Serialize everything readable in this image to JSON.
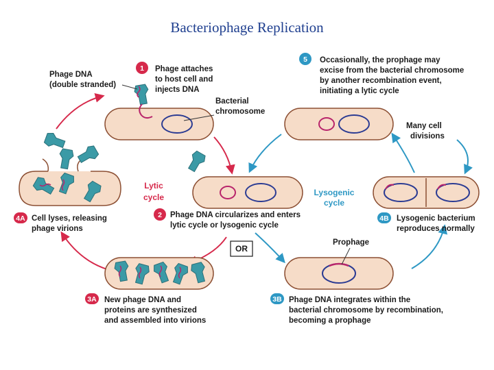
{
  "title": "Bacteriophage Replication",
  "colors": {
    "lytic_arrow": "#d6294b",
    "lysogenic_arrow": "#2e98c4",
    "cell_fill": "#f6dcc8",
    "cell_stroke": "#8c4f33",
    "phage": "#3b9aa6",
    "phage_dna": "#b8246b",
    "chromosome": "#2b3b93",
    "badge_red": "#d6294b",
    "badge_blue": "#2e98c4"
  },
  "cycles": {
    "lytic": [
      "Lytic",
      "cycle"
    ],
    "lysogenic": [
      "Lysogenic",
      "cycle"
    ]
  },
  "or_label": "OR",
  "labels": {
    "phage_dna": [
      "Phage DNA",
      "(double stranded)"
    ],
    "bacterial_chromosome": [
      "Bacterial",
      "chromosome"
    ],
    "prophage": "Prophage",
    "many_divisions": [
      "Many cell",
      "divisions"
    ]
  },
  "steps": {
    "s1": {
      "badge": "1",
      "lines": [
        "Phage attaches",
        "to host cell and",
        "injects DNA"
      ]
    },
    "s2": {
      "badge": "2",
      "lines": [
        "Phage DNA circularizes and enters",
        "lytic cycle or lysogenic cycle"
      ]
    },
    "s3a": {
      "badge": "3A",
      "lines": [
        "New phage DNA and",
        "proteins are synthesized",
        "and assembled into virions"
      ]
    },
    "s4a": {
      "badge": "4A",
      "lines": [
        "Cell lyses, releasing",
        "phage virions"
      ]
    },
    "s3b": {
      "badge": "3B",
      "lines": [
        "Phage DNA integrates within the",
        "bacterial chromosome by recombination,",
        "becoming a prophage"
      ]
    },
    "s4b": {
      "badge": "4B",
      "lines": [
        "Lysogenic bacterium",
        "reproduces normally"
      ]
    },
    "s5": {
      "badge": "5",
      "lines": [
        "Occasionally, the prophage may",
        "excise from the bacterial chromosome",
        "by another recombination event,",
        "initiating a lytic cycle"
      ]
    }
  }
}
